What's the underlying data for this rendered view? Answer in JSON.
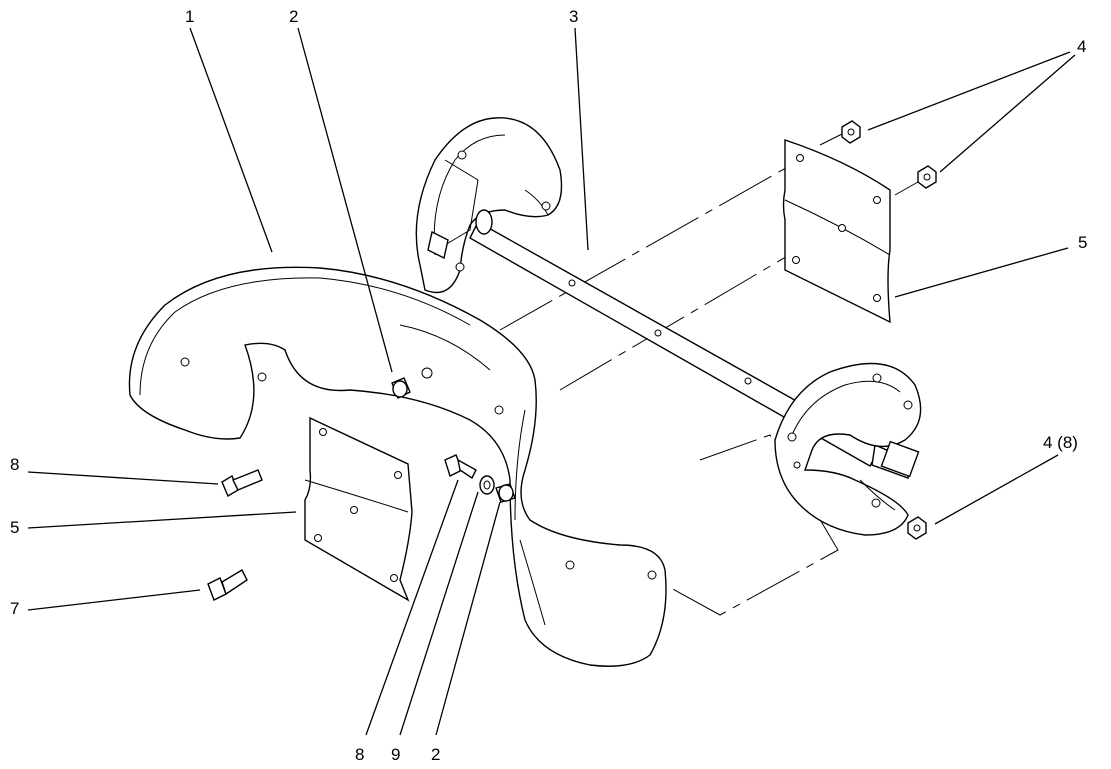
{
  "callouts": {
    "c1": "1",
    "c2_top": "2",
    "c3": "3",
    "c4_top": "4",
    "c5_right": "5",
    "c4_8": "4 (8)",
    "c8_left": "8",
    "c5_left": "5",
    "c7": "7",
    "c8_bottom": "8",
    "c9": "9",
    "c2_bottom": "2"
  }
}
